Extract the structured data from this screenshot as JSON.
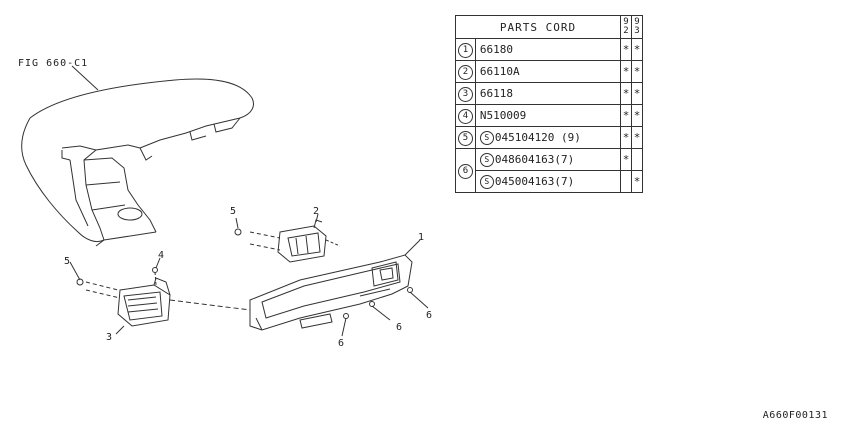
{
  "figure_ref": "FIG 660-C1",
  "callouts": {
    "c1": "1",
    "c2": "2",
    "c3": "3",
    "c4": "4",
    "c5a": "5",
    "c5b": "5",
    "c6a": "6",
    "c6b": "6",
    "c6c": "6"
  },
  "table": {
    "header": "PARTS CORD",
    "year_a": [
      "9",
      "2"
    ],
    "year_b": [
      "9",
      "3"
    ],
    "rows": [
      {
        "index": "1",
        "part": "66180",
        "a": "*",
        "b": "*"
      },
      {
        "index": "2",
        "part": "66110A",
        "a": "*",
        "b": "*"
      },
      {
        "index": "3",
        "part": "66118",
        "a": "*",
        "b": "*"
      },
      {
        "index": "4",
        "part": "N510009",
        "a": "*",
        "b": "*"
      },
      {
        "index": "5",
        "prefix": "S",
        "part": "045104120 (9)",
        "a": "*",
        "b": "*"
      },
      {
        "index": "6",
        "prefix": "S",
        "part": "048604163(7)",
        "a": "*",
        "b": ""
      },
      {
        "prefix": "S",
        "part": "045004163(7)",
        "a": "",
        "b": "*"
      }
    ]
  },
  "code": "A660F00131"
}
